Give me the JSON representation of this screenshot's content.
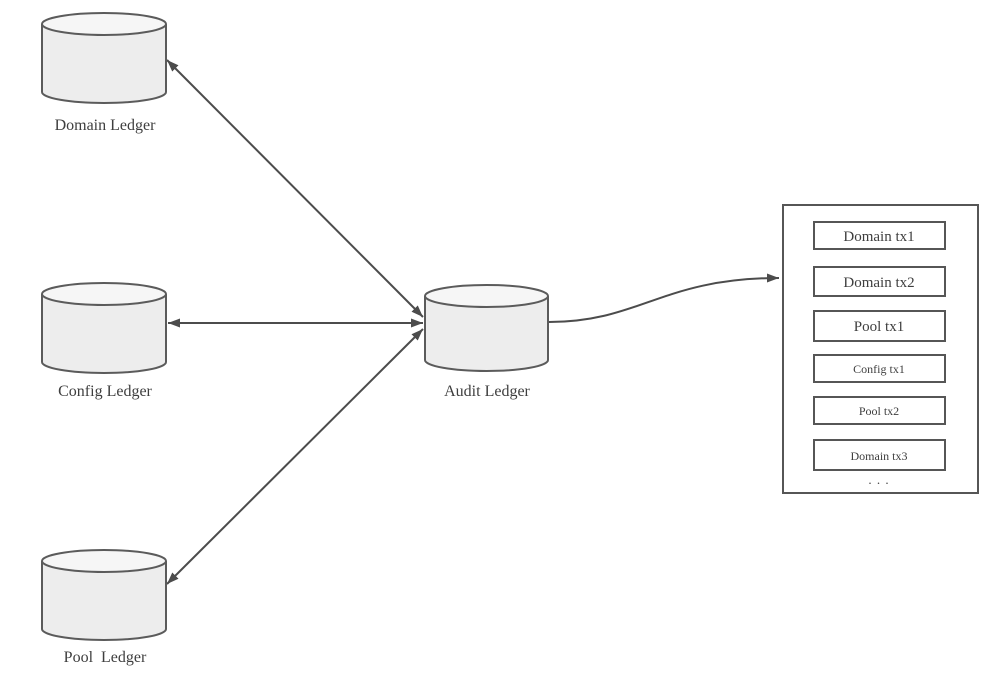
{
  "nodes": {
    "domain": {
      "label": "Domain Ledger"
    },
    "config": {
      "label": "Config Ledger"
    },
    "pool": {
      "label": "Pool  Ledger"
    },
    "audit": {
      "label": "Audit Ledger"
    }
  },
  "tx_list": {
    "items": [
      "Domain tx1",
      "Domain tx2",
      "Pool tx1",
      "Config tx1",
      "Pool tx2",
      "Domain tx3"
    ],
    "ellipsis": ". . ."
  },
  "edges": [
    {
      "from": "audit",
      "to": "domain",
      "direction": "both"
    },
    {
      "from": "audit",
      "to": "config",
      "direction": "both"
    },
    {
      "from": "audit",
      "to": "pool",
      "direction": "both"
    },
    {
      "from": "audit",
      "to": "tx_list",
      "direction": "to"
    }
  ],
  "colors": {
    "background": "#ffffff",
    "cylinder_fill": "#ededed",
    "cylinder_top_fill": "#f6f6f6",
    "shape_stroke": "#5b5b5b",
    "box_stroke": "#565656",
    "arrow": "#4c4c4c",
    "text": "#3e3e3e"
  }
}
